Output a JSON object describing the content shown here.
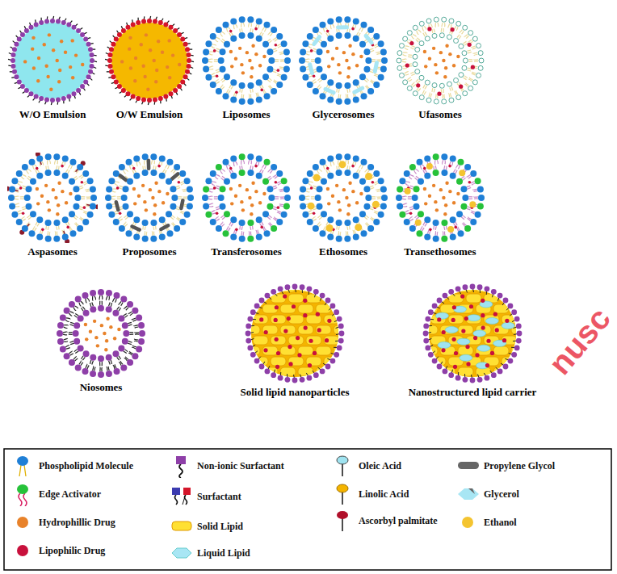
{
  "diagram": {
    "nodes": [
      {
        "text": [
          "W/O Emulsion"
        ]
      },
      {
        "text": [
          "O/W Emulsion"
        ]
      },
      {
        "text": [
          "Liposomes"
        ]
      },
      {
        "text": [
          "Glycerosomes"
        ]
      },
      {
        "text": [
          "Ufasomes"
        ]
      },
      {
        "text": [
          "Aspasomes"
        ]
      },
      {
        "text": [
          "Proposomes"
        ]
      },
      {
        "text": [
          "Transferosomes"
        ]
      },
      {
        "text": [
          "Ethosomes"
        ]
      },
      {
        "text": [
          "Transethosomes"
        ]
      },
      {
        "text": [
          "Niosomes"
        ]
      },
      {
        "text": [
          "Solid lipid nanoparticles"
        ]
      },
      {
        "text": [
          "Nanostructured lipid carrier"
        ]
      }
    ],
    "labels": [
      "nusc"
    ],
    "legend": [
      {
        "text": "Phospholipid Molecule"
      },
      {
        "text": "Edge Activator"
      },
      {
        "text": "Hydrophillic Drug"
      },
      {
        "text": "Lipophilic Drug"
      },
      {
        "text": "Non-ionic Surfactant"
      },
      {
        "text": "Surfactant"
      },
      {
        "text": "Solid Lipid"
      },
      {
        "text": "Liquid Lipid"
      },
      {
        "text": "Oleic Acid"
      },
      {
        "text": "Linolic Acid"
      },
      {
        "text": "Ascorbyl palmitate"
      },
      {
        "text": "Propylene Glycol"
      },
      {
        "text": "Glycerol"
      },
      {
        "text": "Ethanol"
      }
    ]
  }
}
